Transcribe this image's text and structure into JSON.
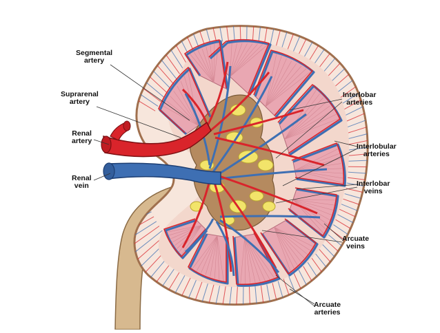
{
  "labels": {
    "segmental_artery": "Segmental\nartery",
    "suprarenal_artery": "Suprarenal\nartery",
    "renal_artery": "Renal\nartery",
    "renal_vein": "Renal\nvein",
    "interlobar_arteries": "Interlobar\narteries",
    "interlobular_arteries": "Interlobular\narteries",
    "interlobar_veins": "Interlobar\nveins",
    "arcuate_veins": "Arcuate\nveins",
    "arcuate_arteries": "Arcuate\narteries"
  },
  "colors": {
    "capsule": "#d9a988",
    "cortex": "#f7e6dc",
    "pyramid": "#e9a7b2",
    "artery": "#d9242b",
    "vein": "#3e6fb3",
    "fat": "#f2e46a",
    "ureter": "#d7b98f",
    "sinus": "#b58a5f"
  }
}
